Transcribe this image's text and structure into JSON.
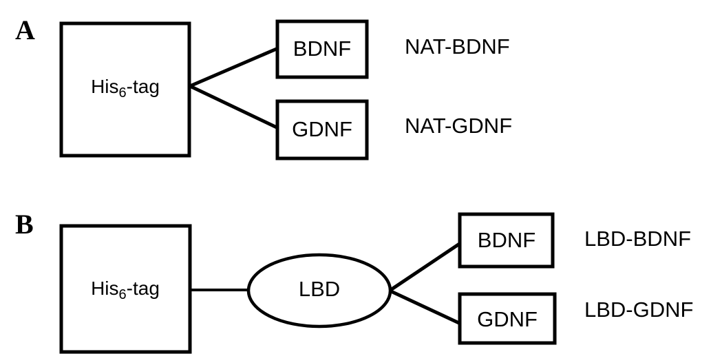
{
  "figure": {
    "background_color": "#ffffff",
    "stroke_color": "#000000",
    "panels": [
      {
        "letter": "A",
        "tag_box_label_main": "His",
        "tag_box_label_sub": "6",
        "tag_box_label_tail": "-tag",
        "branch_boxes": [
          {
            "label": "BDNF"
          },
          {
            "label": "GDNF"
          }
        ],
        "constructs": [
          {
            "label": "NAT-BDNF"
          },
          {
            "label": "NAT-GDNF"
          }
        ]
      },
      {
        "letter": "B",
        "tag_box_label_main": "His",
        "tag_box_label_sub": "6",
        "tag_box_label_tail": "-tag",
        "linker_label": "LBD",
        "branch_boxes": [
          {
            "label": "BDNF"
          },
          {
            "label": "GDNF"
          }
        ],
        "constructs": [
          {
            "label": "LBD-BDNF"
          },
          {
            "label": "LBD-GDNF"
          }
        ]
      }
    ]
  }
}
